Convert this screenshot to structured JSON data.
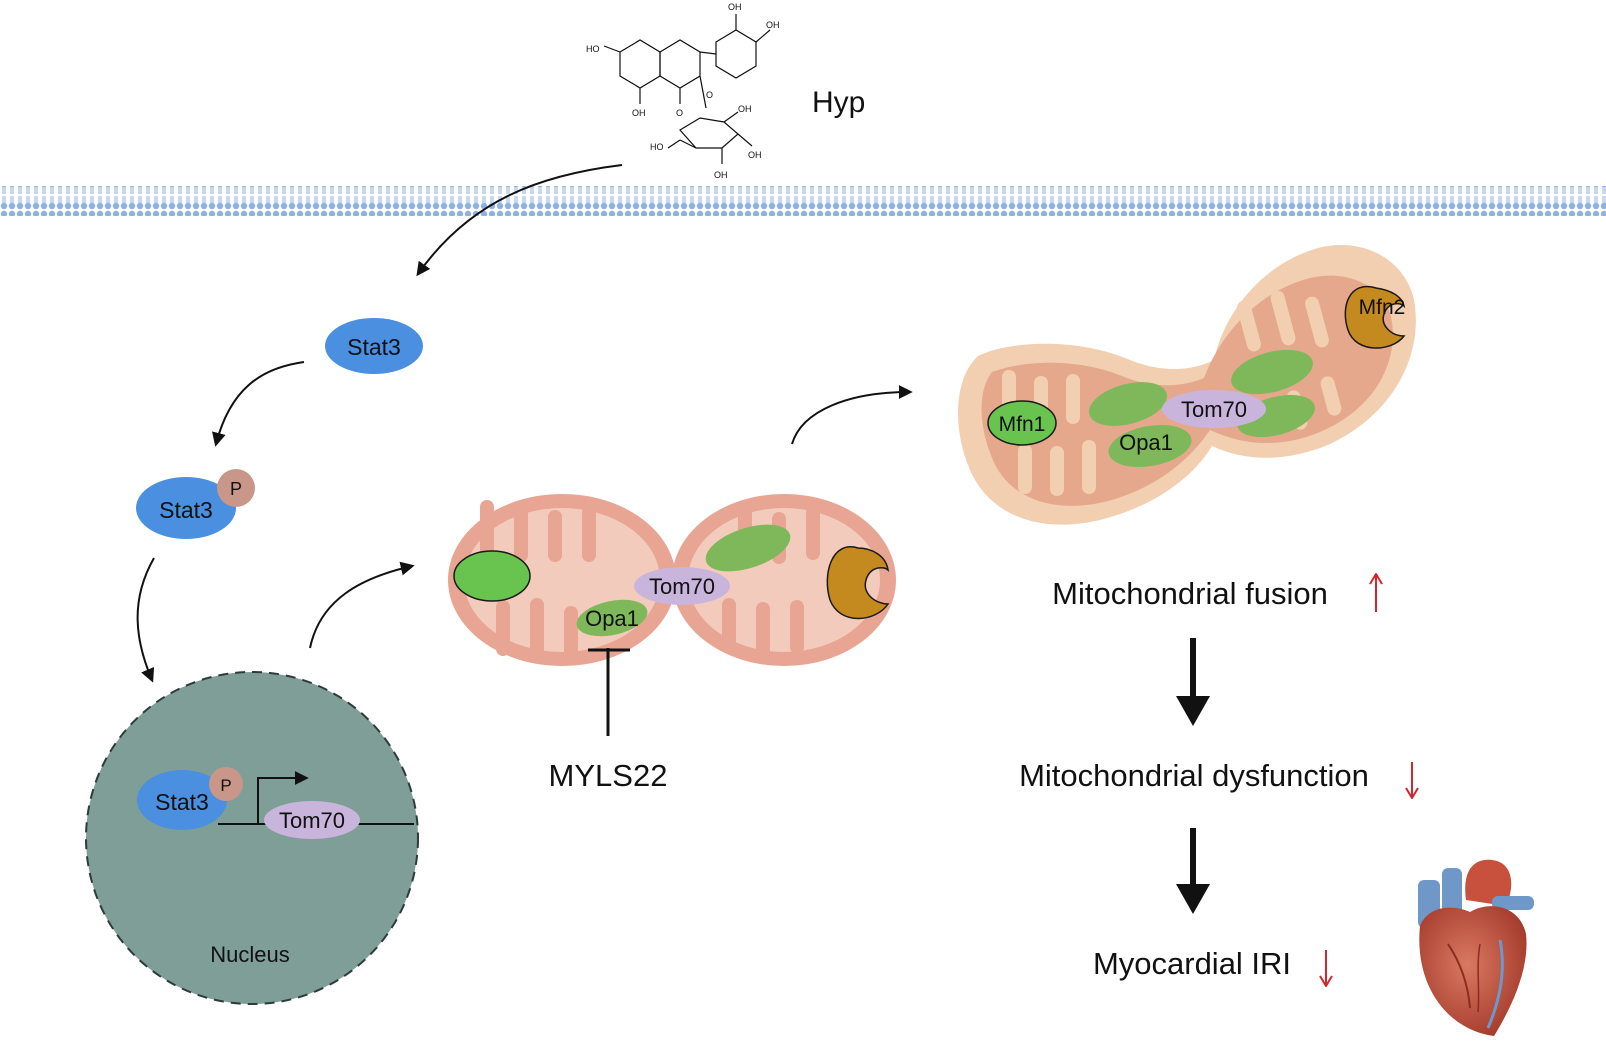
{
  "molecule": {
    "name": "Hyp",
    "substituents": [
      "OH",
      "OH",
      "HO",
      "OH",
      "O",
      "O",
      "HO",
      "OH",
      "OH",
      "OH"
    ]
  },
  "nucleus": {
    "label": "Nucleus",
    "stat3": "Stat3",
    "phospho": "P",
    "gene": "Tom70"
  },
  "cytoplasm": {
    "stat3": "Stat3",
    "stat3_p": "Stat3",
    "phospho": "P"
  },
  "mito_left": {
    "tom70": "Tom70",
    "opa1": "Opa1"
  },
  "inhibitor": "MYLS22",
  "mito_right": {
    "mfn1": "Mfn1",
    "mfn2": "Mfn2",
    "tom70": "Tom70",
    "opa1": "Opa1"
  },
  "outcomes": [
    {
      "text": "Mitochondrial fusion",
      "trend": "up"
    },
    {
      "text": "Mitochondrial dysfunction",
      "trend": "down"
    },
    {
      "text": "Myocardial IRI",
      "trend": "down"
    }
  ],
  "colors": {
    "stat3": "#4a8fe0",
    "phospho": "#c9968a",
    "tom70": "#c9b5dc",
    "opa1_green": "#7fb85a",
    "mfn1_green": "#69c34f",
    "mfn2_brown": "#c58a1f",
    "nucleus": "#7f9e98",
    "mito_left": "#e8a593",
    "mito_right": "#f2cfb1",
    "membrane": "#8fb2e0",
    "trend_arrow": "#d0282d"
  }
}
